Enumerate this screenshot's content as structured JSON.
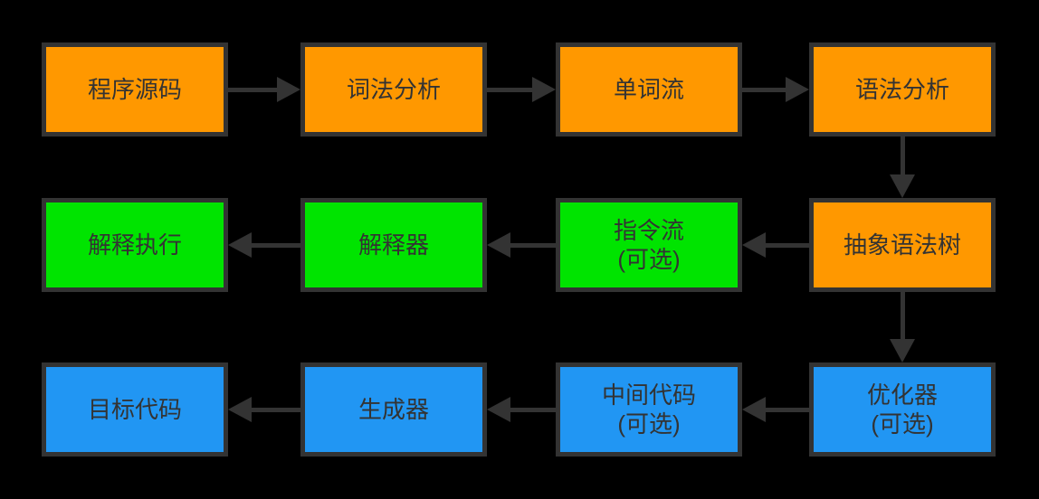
{
  "diagram": {
    "type": "flowchart",
    "topic": "compiler-interpreter-pipeline"
  },
  "colors": {
    "background": "#000000",
    "stage_orange": "#FF9800",
    "stage_green": "#00E400",
    "stage_blue": "#2196F3",
    "line": "#333333",
    "text": "#333333"
  },
  "nodes": [
    {
      "id": "source-code",
      "label": "程序源码",
      "sublabel": "",
      "color": "orange"
    },
    {
      "id": "lexical-analysis",
      "label": "词法分析",
      "sublabel": "",
      "color": "orange"
    },
    {
      "id": "token-stream",
      "label": "单词流",
      "sublabel": "",
      "color": "orange"
    },
    {
      "id": "syntax-analysis",
      "label": "语法分析",
      "sublabel": "",
      "color": "orange"
    },
    {
      "id": "interpret-execute",
      "label": "解释执行",
      "sublabel": "",
      "color": "green"
    },
    {
      "id": "interpreter",
      "label": "解释器",
      "sublabel": "",
      "color": "green"
    },
    {
      "id": "instruction-stream",
      "label": "指令流",
      "sublabel": "(可选)",
      "color": "green"
    },
    {
      "id": "abstract-syntax-tree",
      "label": "抽象语法树",
      "sublabel": "",
      "color": "orange"
    },
    {
      "id": "target-code",
      "label": "目标代码",
      "sublabel": "",
      "color": "blue"
    },
    {
      "id": "generator",
      "label": "生成器",
      "sublabel": "",
      "color": "blue"
    },
    {
      "id": "intermediate-code",
      "label": "中间代码",
      "sublabel": "(可选)",
      "color": "blue"
    },
    {
      "id": "optimizer",
      "label": "优化器",
      "sublabel": "(可选)",
      "color": "blue"
    }
  ],
  "edges": [
    {
      "from": "程序源码",
      "to": "词法分析",
      "direction": "right"
    },
    {
      "from": "词法分析",
      "to": "单词流",
      "direction": "right"
    },
    {
      "from": "单词流",
      "to": "语法分析",
      "direction": "right"
    },
    {
      "from": "语法分析",
      "to": "抽象语法树",
      "direction": "down"
    },
    {
      "from": "抽象语法树",
      "to": "指令流 (可选)",
      "direction": "left"
    },
    {
      "from": "指令流 (可选)",
      "to": "解释器",
      "direction": "left"
    },
    {
      "from": "解释器",
      "to": "解释执行",
      "direction": "left"
    },
    {
      "from": "抽象语法树",
      "to": "优化器 (可选)",
      "direction": "down"
    },
    {
      "from": "优化器 (可选)",
      "to": "中间代码 (可选)",
      "direction": "left"
    },
    {
      "from": "中间代码 (可选)",
      "to": "生成器",
      "direction": "left"
    },
    {
      "from": "生成器",
      "to": "目标代码",
      "direction": "left"
    }
  ]
}
